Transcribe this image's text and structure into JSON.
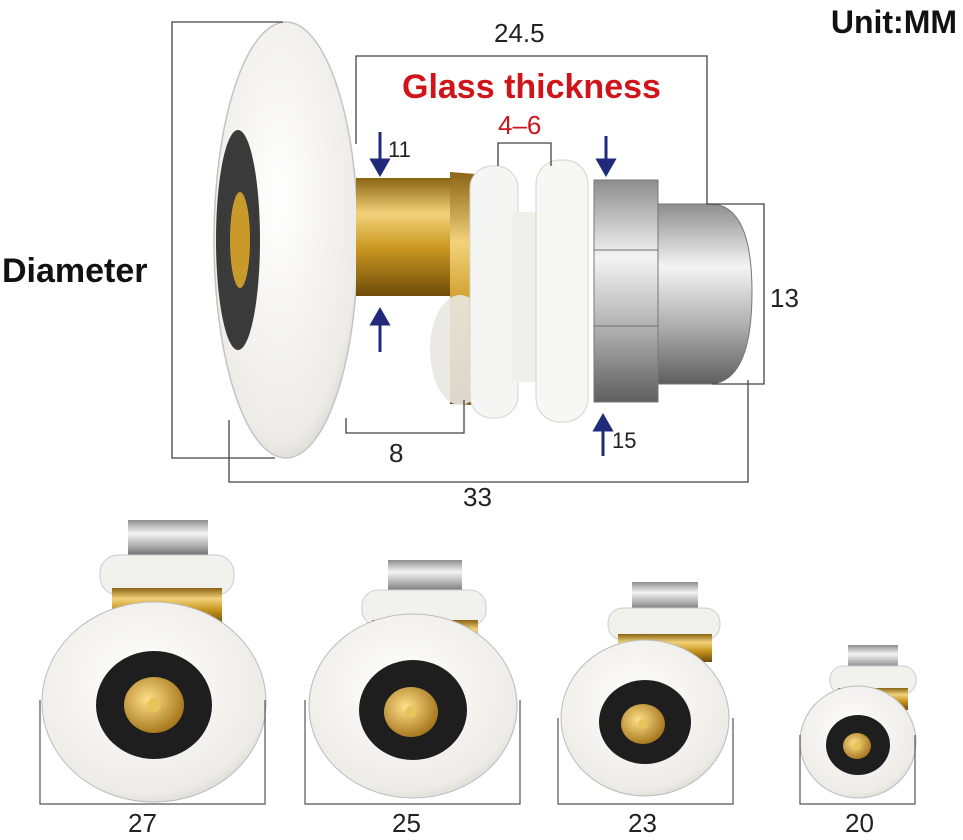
{
  "unit_label": "Unit:MM",
  "diameter_label": "Diameter",
  "glass_label": "Glass thickness",
  "glass_value": "4–6",
  "dims": {
    "top_length": "24.5",
    "small_diam": "11",
    "head_height": "13",
    "nut_size": "15",
    "collar_width": "8",
    "total_length": "33"
  },
  "sizes": [
    "27",
    "25",
    "23",
    "20"
  ],
  "colors": {
    "accent_red": "#d0151a",
    "arrow_blue": "#1f2a7a",
    "brass": "#c9a23a",
    "nylon": "#f3f3f1"
  }
}
